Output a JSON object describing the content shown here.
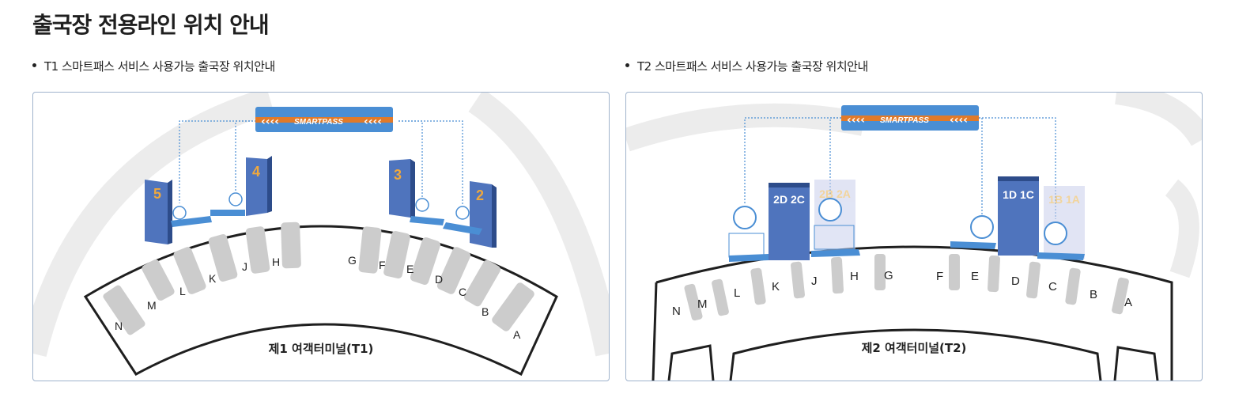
{
  "page": {
    "title": "출국장 전용라인 위치 안내"
  },
  "colors": {
    "accent_blue": "#4a8ed4",
    "accent_orange": "#e07a2a",
    "pillar_blue": "#4f74bd",
    "gate_gray": "#cccccc"
  },
  "maps": [
    {
      "caption": "T1 스마트패스 서비스 사용가능 출국장 위치안내",
      "terminal_label": "제1 여객터미널(T1)",
      "banner_text": "SMARTPASS",
      "banner_arrows_left": "‹‹‹‹",
      "banner_arrows_right": "‹‹‹‹",
      "departures": [
        "5",
        "4",
        "3",
        "2"
      ],
      "sign_text": "SMART PASS",
      "gates": [
        "N",
        "M",
        "L",
        "K",
        "J",
        "H",
        "G",
        "F",
        "E",
        "D",
        "C",
        "B",
        "A"
      ]
    },
    {
      "caption": "T2 스마트패스 서비스 사용가능 출국장 위치안내",
      "terminal_label": "제2 여객터미널(T2)",
      "banner_text": "SMARTPASS",
      "banner_arrows_left": "‹‹‹‹",
      "banner_arrows_right": "‹‹‹‹",
      "departures": [
        "2D 2C",
        "2B 2A",
        "1D 1C",
        "1B 1A"
      ],
      "sign_text": "SMART PASS",
      "gates": [
        "N",
        "M",
        "L",
        "K",
        "J",
        "H",
        "G",
        "F",
        "E",
        "D",
        "C",
        "B",
        "A"
      ]
    }
  ]
}
